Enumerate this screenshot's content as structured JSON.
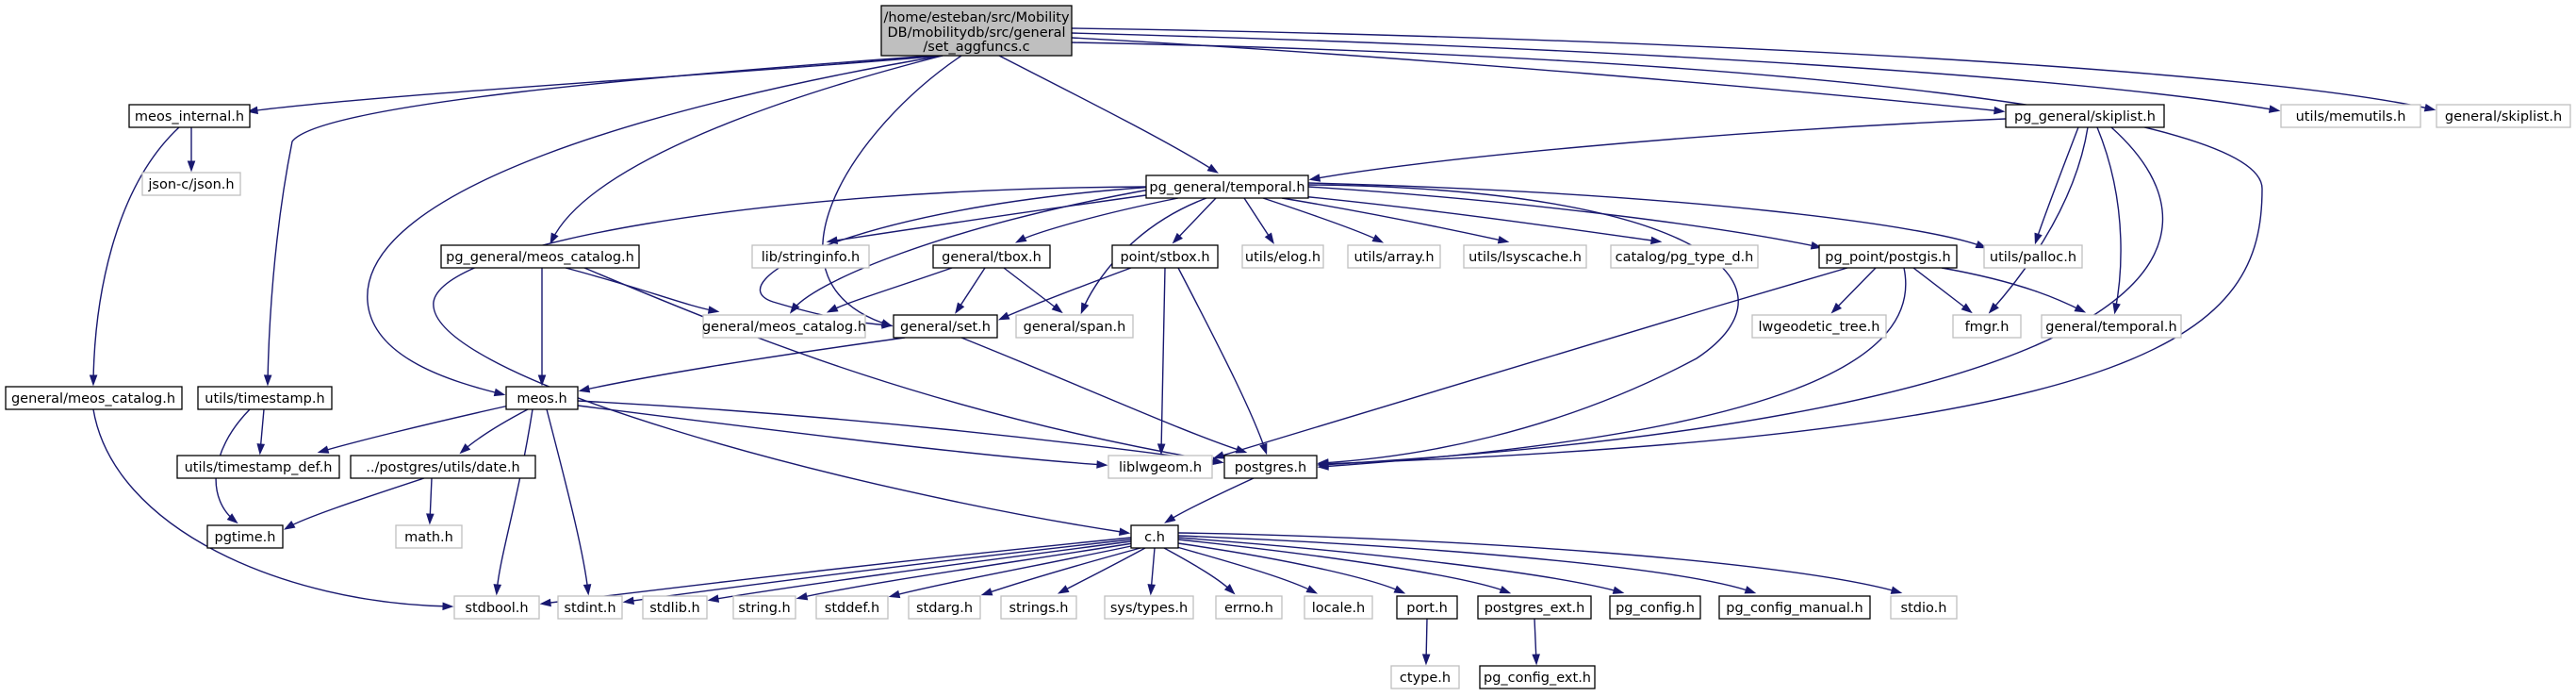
{
  "root_file": [
    "/home/esteban/src/Mobility",
    "DB/mobilitydb/src/general",
    "/set_aggfuncs.c"
  ],
  "headers": {
    "meos_internal": "meos_internal.h",
    "json": "json-c/json.h",
    "general_meos_catalog_left": "general/meos_catalog.h",
    "utils_timestamp": "utils/timestamp.h",
    "utils_timestamp_def": "utils/timestamp_def.h",
    "pgtime": "pgtime.h",
    "pg_general_meos_catalog": "pg_general/meos_catalog.h",
    "meos": "meos.h",
    "postgres_utils_date": "../postgres/utils/date.h",
    "math": "math.h",
    "lib_stringinfo": "lib/stringinfo.h",
    "general_tbox": "general/tbox.h",
    "general_meos_catalog_mid": "general/meos_catalog.h",
    "general_set": "general/set.h",
    "point_stbox": "point/stbox.h",
    "general_span": "general/span.h",
    "liblwgeom": "liblwgeom.h",
    "postgres": "postgres.h",
    "pg_general_temporal": "pg_general/temporal.h",
    "utils_elog": "utils/elog.h",
    "utils_array": "utils/array.h",
    "utils_lsyscache": "utils/lsyscache.h",
    "catalog_pg_type_d": "catalog/pg_type_d.h",
    "pg_point_postgis": "pg_point/postgis.h",
    "utils_palloc": "utils/palloc.h",
    "lwgeodetic_tree": "lwgeodetic_tree.h",
    "fmgr": "fmgr.h",
    "general_temporal": "general/temporal.h",
    "pg_general_skiplist": "pg_general/skiplist.h",
    "utils_memutils": "utils/memutils.h",
    "general_skiplist": "general/skiplist.h",
    "c": "c.h",
    "stdbool": "stdbool.h",
    "stdint": "stdint.h",
    "stdlib": "stdlib.h",
    "string": "string.h",
    "stddef": "stddef.h",
    "stdarg": "stdarg.h",
    "strings": "strings.h",
    "sys_types": "sys/types.h",
    "errno": "errno.h",
    "locale": "locale.h",
    "port": "port.h",
    "postgres_ext": "postgres_ext.h",
    "pg_config": "pg_config.h",
    "pg_config_manual": "pg_config_manual.h",
    "stdio": "stdio.h",
    "ctype": "ctype.h",
    "pg_config_ext": "pg_config_ext.h"
  },
  "colors": {
    "edge": "#191970",
    "node_border": "#000000",
    "missing_border": "#bfbfbf",
    "root_fill": "#bfbfbf",
    "background": "#ffffff"
  }
}
